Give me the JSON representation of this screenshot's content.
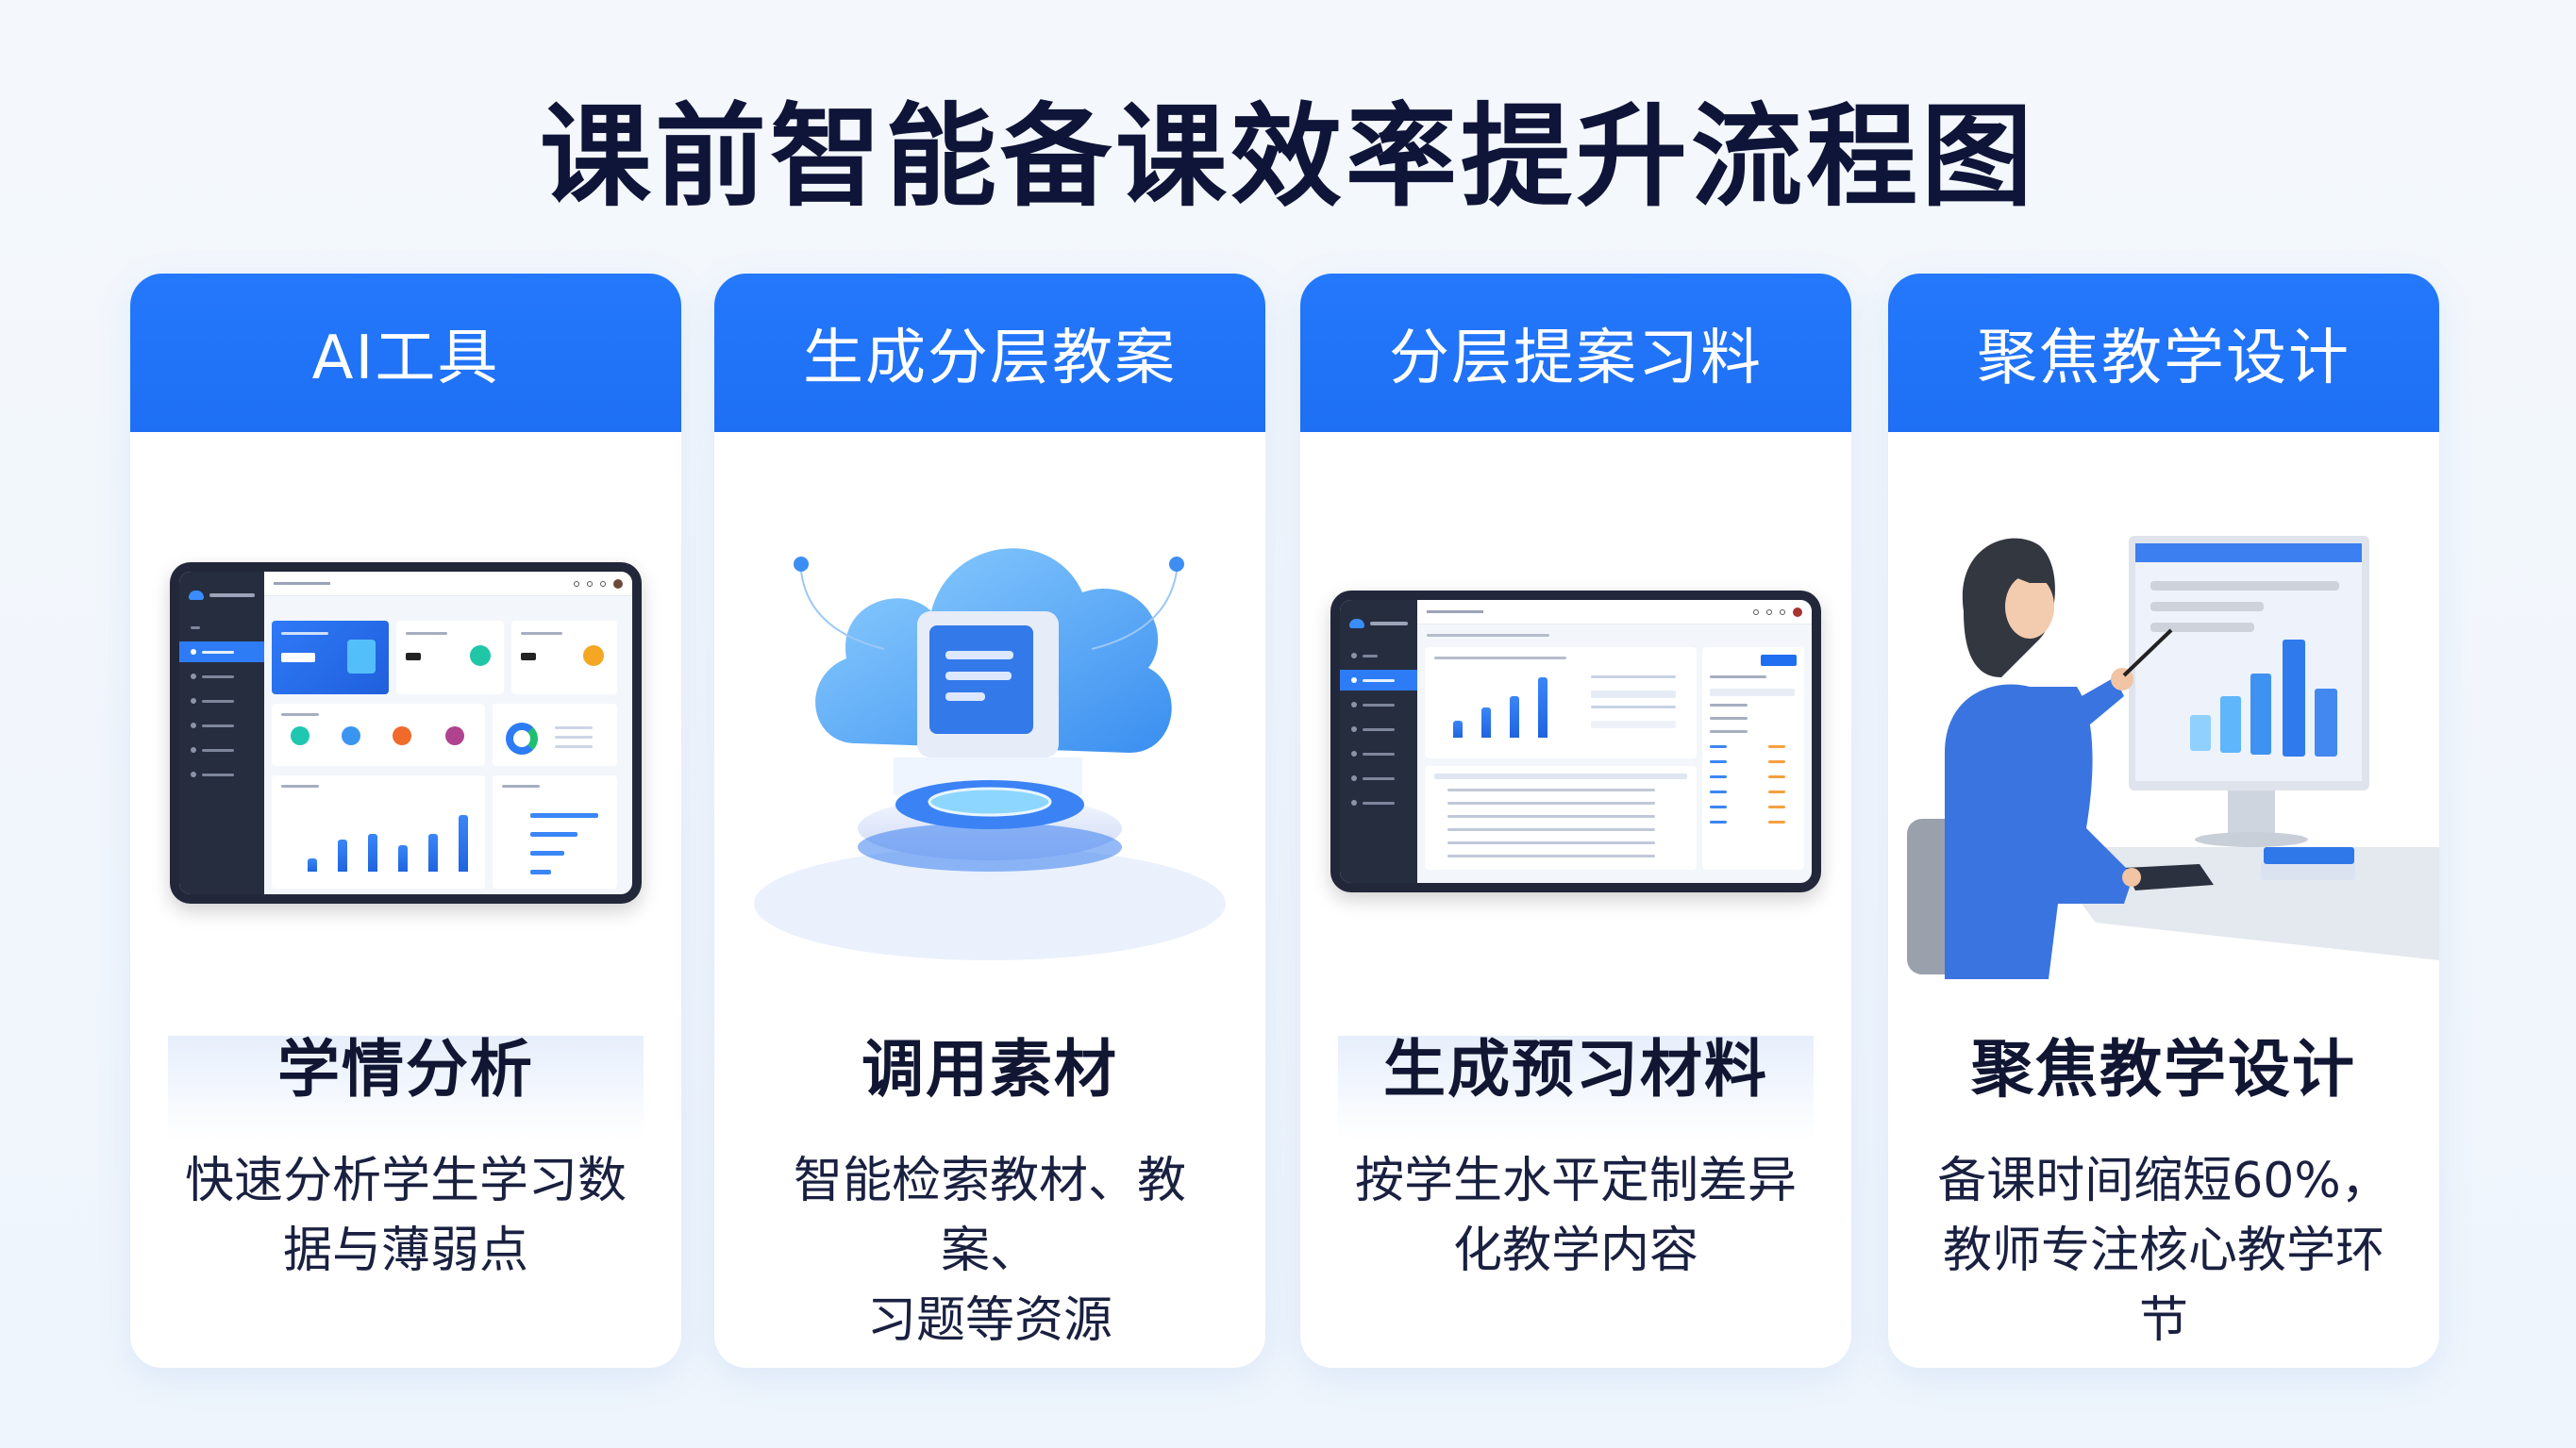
{
  "page": {
    "title": "课前智能备课效率提升流程图"
  },
  "colors": {
    "accent": "#1e6ff3",
    "title_text": "#0f1538",
    "background": "#f1f6fc",
    "card_bg": "#ffffff"
  },
  "cards": [
    {
      "header": "AI工具",
      "illustration": "dashboard-analytics-tablet",
      "title": "学情分析",
      "desc_lines": [
        "快速分析学生学习数",
        "据与薄弱点"
      ]
    },
    {
      "header": "生成分层教案",
      "illustration": "cloud-document-icon",
      "title": "调用素材",
      "desc_lines": [
        "智能检索教材、教案、",
        "习题等资源"
      ]
    },
    {
      "header": "分层提案习料",
      "illustration": "dashboard-table-tablet",
      "title": "生成预习材料",
      "desc_lines": [
        "按学生水平定制差异",
        "化教学内容"
      ]
    },
    {
      "header": "聚焦教学设计",
      "illustration": "teacher-at-computer",
      "title": "聚焦教学设计",
      "desc_lines": [
        "备课时间缩短60%，",
        "教师专注核心教学环节"
      ]
    }
  ]
}
